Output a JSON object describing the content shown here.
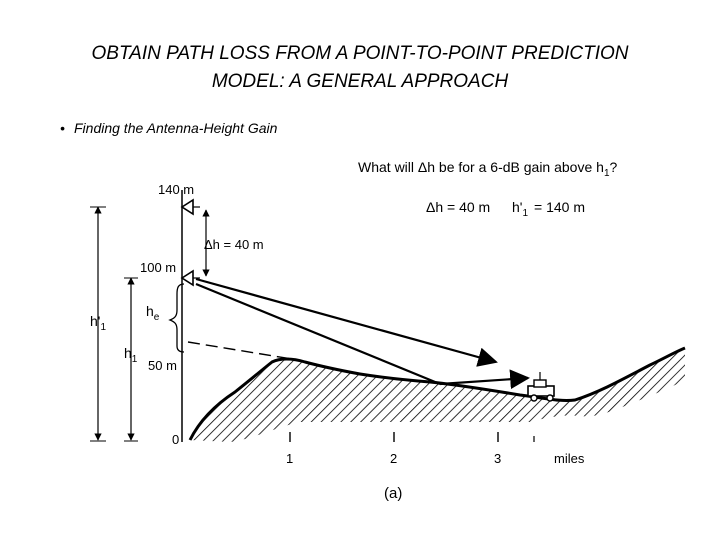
{
  "slide": {
    "title_line1": "OBTAIN PATH LOSS FROM A POINT-TO-POINT PREDICTION",
    "title_line2": "MODEL: A GENERAL APPROACH",
    "bullet": "Finding the Antenna-Height Gain"
  },
  "figure": {
    "question": "What will Δh be for a 6-dB gain above h",
    "question_sub": "1",
    "question_end": "?",
    "answer_dh": "Δh = 40 m",
    "answer_h1prime": "h'",
    "answer_h1prime_sub": "1",
    "answer_h1prime_val": "= 140 m",
    "height_140": "140 m",
    "height_100": "100 m",
    "height_50": "50 m",
    "height_0": "0",
    "delta_h_label": "Δh = 40 m",
    "he_label": "h",
    "he_sub": "e",
    "h1prime_label": "h'",
    "h1prime_sub": "1",
    "h1_label": "h",
    "h1_sub": "1",
    "miles": [
      "1",
      "2",
      "3"
    ],
    "miles_unit": "miles",
    "caption": "(a)"
  }
}
